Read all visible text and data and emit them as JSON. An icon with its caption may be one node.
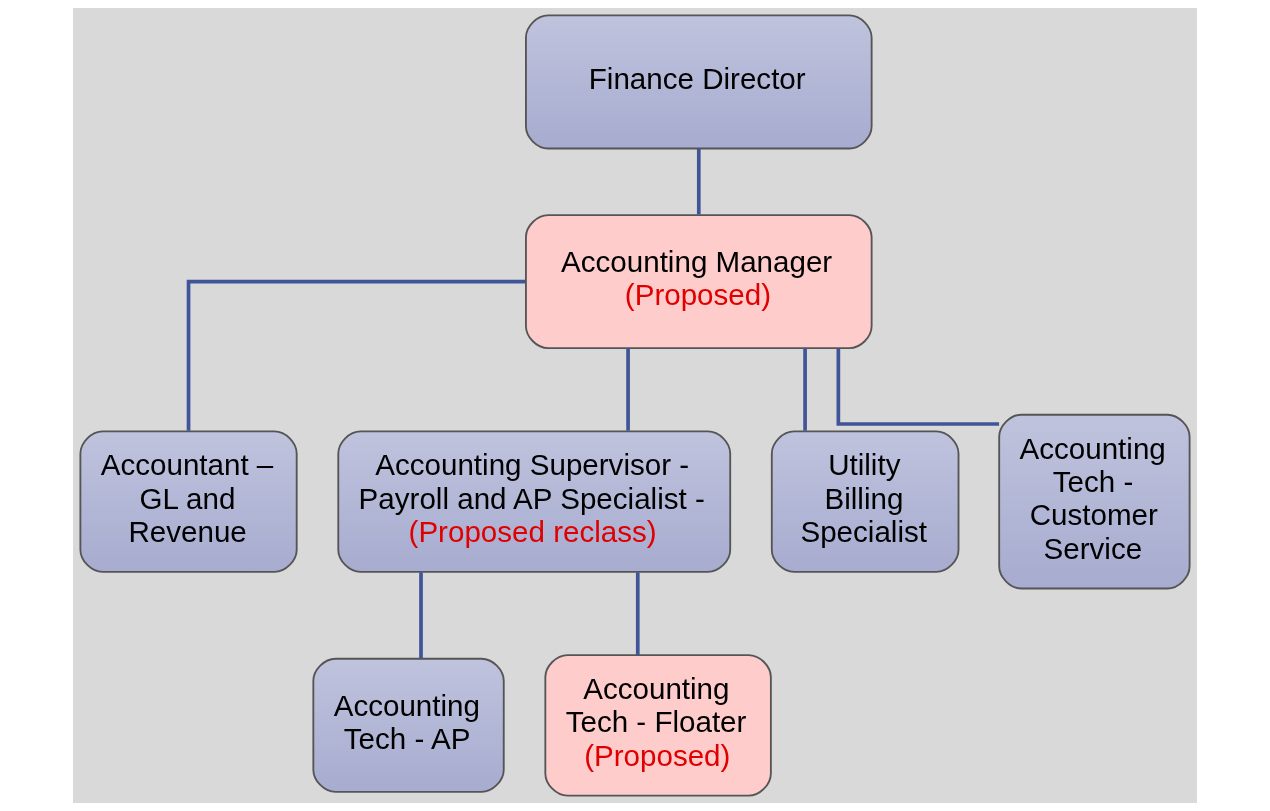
{
  "diagram": {
    "nodes": [
      {
        "text": [
          "Finance Director"
        ]
      },
      {
        "text": [
          "Accounting Manager",
          "(Proposed)"
        ]
      },
      {
        "text": [
          "Accountant – GL and Revenue"
        ]
      },
      {
        "text": [
          "Accounting Supervisor - Payroll and AP Specialist -",
          "(Proposed reclass)"
        ]
      },
      {
        "text": [
          "Utility Billing Specialist"
        ]
      },
      {
        "text": [
          "Accounting Tech - Customer Service"
        ]
      },
      {
        "text": [
          "Accounting Tech - AP"
        ]
      },
      {
        "text": [
          "Accounting Tech - Floater",
          "(Proposed)"
        ]
      }
    ],
    "edges": [
      {
        "from": 0,
        "to": 1,
        "arrow": "none"
      },
      {
        "from": 1,
        "to": 2,
        "arrow": "none"
      },
      {
        "from": 1,
        "to": 3,
        "arrow": "none"
      },
      {
        "from": 1,
        "to": 4,
        "arrow": "none"
      },
      {
        "from": 1,
        "to": 5,
        "arrow": "none"
      },
      {
        "from": 3,
        "to": 6,
        "arrow": "none"
      },
      {
        "from": 3,
        "to": 7,
        "arrow": "none"
      }
    ]
  }
}
